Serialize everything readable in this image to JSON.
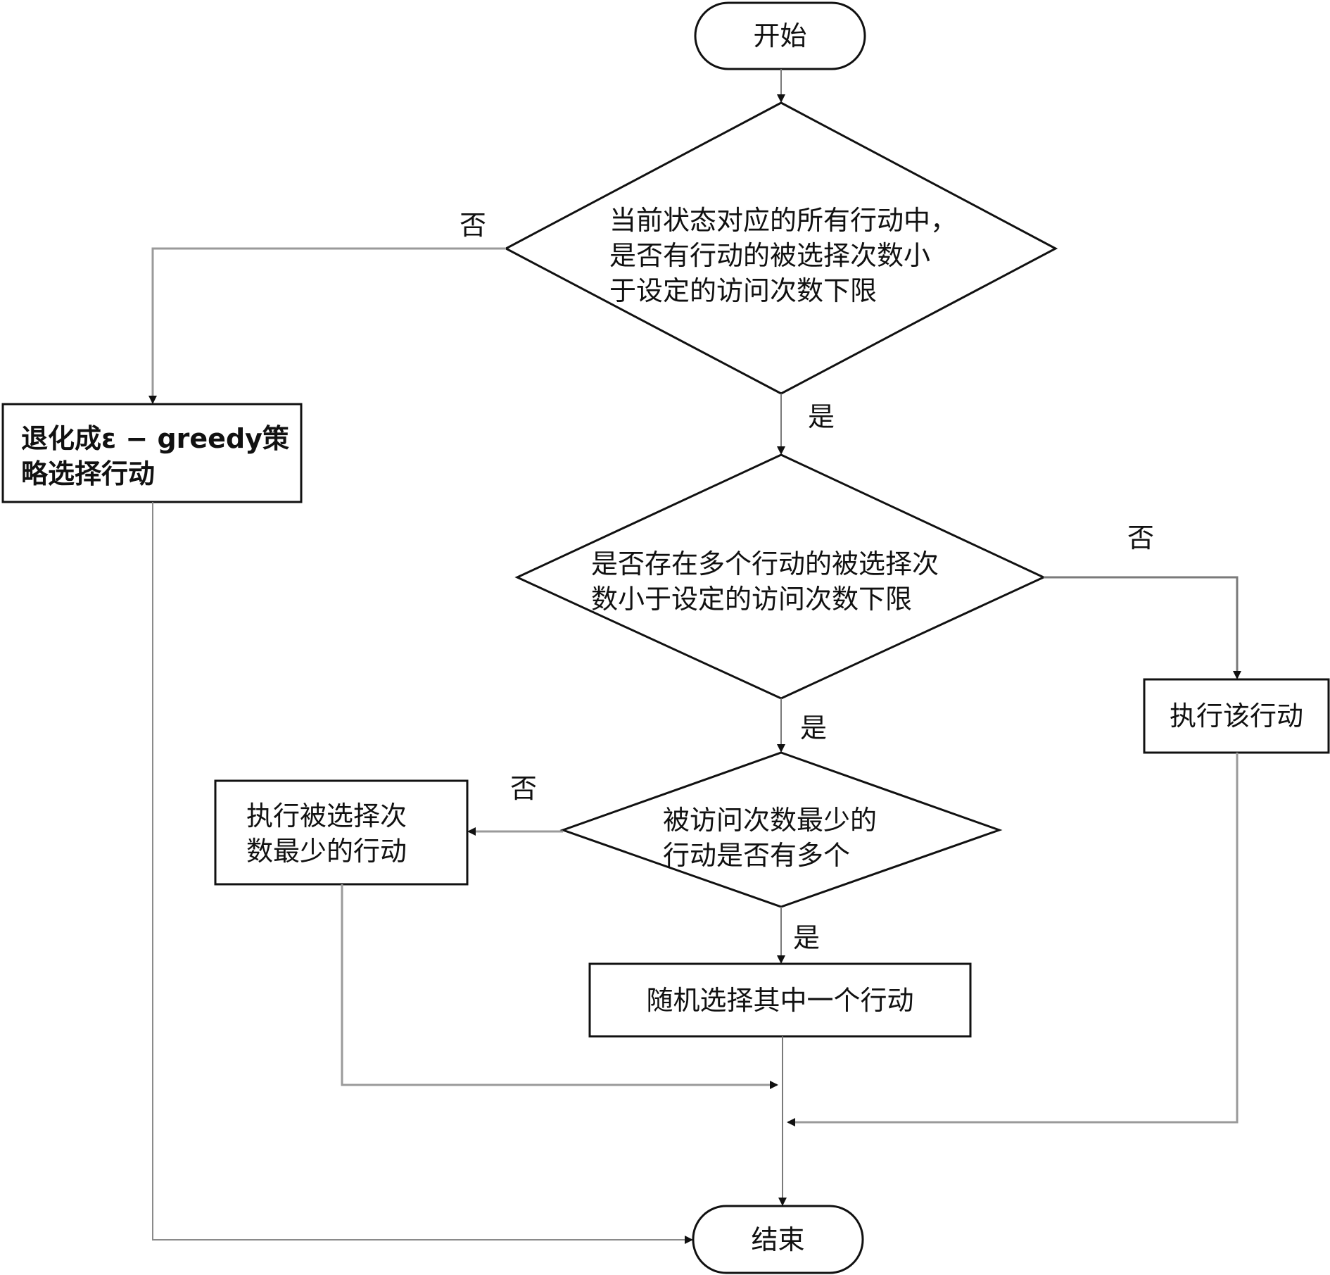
{
  "diagram": {
    "type": "flowchart",
    "nodes": {
      "start": {
        "shape": "terminal",
        "text": "开始"
      },
      "decision1": {
        "shape": "diamond",
        "lines": [
          "当前状态对应的所有行动中，",
          "是否有行动的被选择次数小",
          "于设定的访问次数下限"
        ]
      },
      "fallback": {
        "shape": "process",
        "lines": [
          "退化成ε − greedy策",
          "略选择行动"
        ]
      },
      "decision2": {
        "shape": "diamond",
        "lines": [
          "是否存在多个行动的被选择次",
          "数小于设定的访问次数下限"
        ]
      },
      "execute_that": {
        "shape": "process",
        "text": "执行该行动"
      },
      "decision3": {
        "shape": "diamond",
        "lines": [
          "被访问次数最少的",
          "行动是否有多个"
        ]
      },
      "execute_least": {
        "shape": "process",
        "lines": [
          "执行被选择次",
          "数最少的行动"
        ]
      },
      "random_pick": {
        "shape": "process",
        "text": "随机选择其中一个行动"
      },
      "end": {
        "shape": "terminal",
        "text": "结束"
      }
    },
    "edge_labels": {
      "d1_no": "否",
      "d1_yes": "是",
      "d2_no": "否",
      "d2_yes": "是",
      "d3_no": "否",
      "d3_yes": "是"
    },
    "edges": [
      {
        "from": "start",
        "to": "decision1"
      },
      {
        "from": "decision1",
        "to": "fallback",
        "label": "否"
      },
      {
        "from": "decision1",
        "to": "decision2",
        "label": "是"
      },
      {
        "from": "decision2",
        "to": "execute_that",
        "label": "否"
      },
      {
        "from": "decision2",
        "to": "decision3",
        "label": "是"
      },
      {
        "from": "decision3",
        "to": "execute_least",
        "label": "否"
      },
      {
        "from": "decision3",
        "to": "random_pick",
        "label": "是"
      },
      {
        "from": "random_pick",
        "to": "end"
      },
      {
        "from": "execute_least",
        "to": "end"
      },
      {
        "from": "execute_that",
        "to": "end"
      },
      {
        "from": "fallback",
        "to": "end"
      }
    ],
    "colors": {
      "stroke": "#111111",
      "connector": "#7a7a7a",
      "background": "#ffffff"
    }
  }
}
